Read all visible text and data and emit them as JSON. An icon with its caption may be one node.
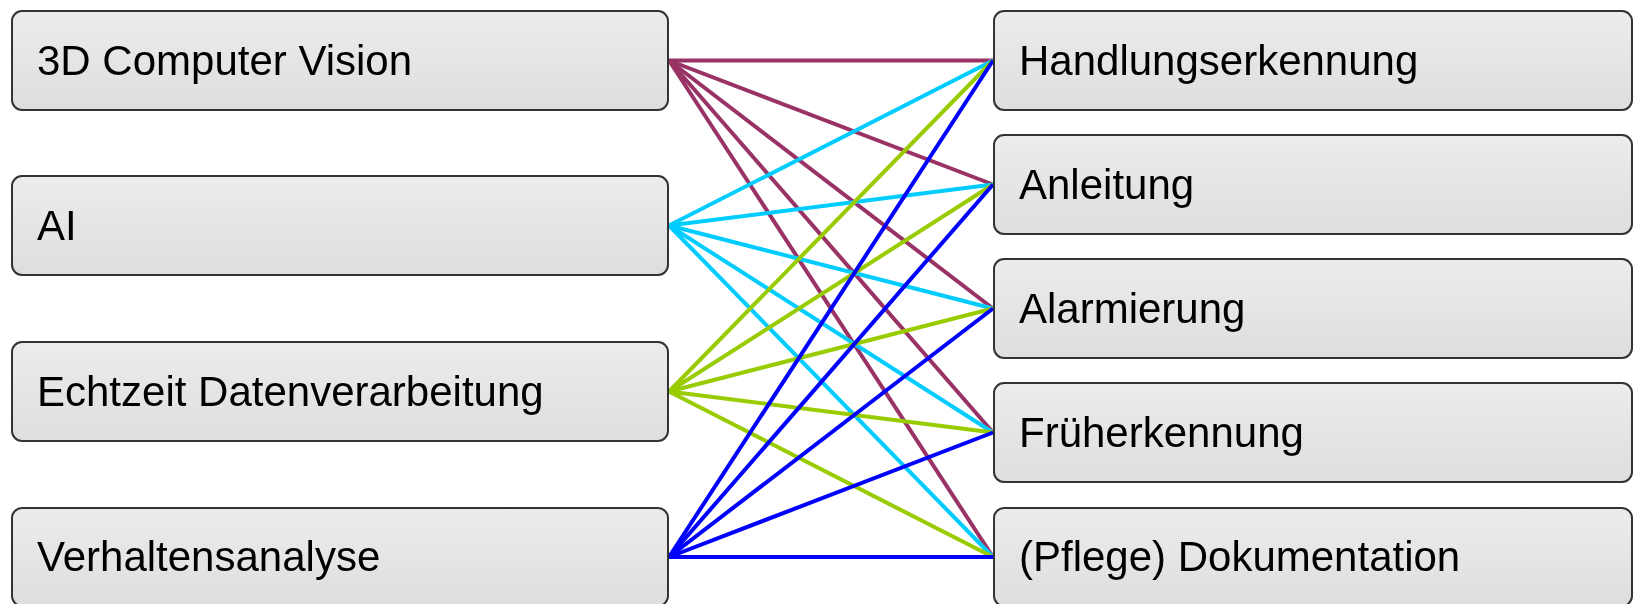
{
  "diagram": {
    "nodes": [
      {
        "text": [
          "3D Computer Vision"
        ]
      },
      {
        "text": [
          "AI"
        ]
      },
      {
        "text": [
          "Echtzeit Datenverarbeitung"
        ]
      },
      {
        "text": [
          "Verhaltensanalyse"
        ]
      },
      {
        "text": [
          "Handlungserkennung"
        ]
      },
      {
        "text": [
          "Anleitung"
        ]
      },
      {
        "text": [
          "Alarmierung"
        ]
      },
      {
        "text": [
          "Früherkennung"
        ]
      },
      {
        "text": [
          "(Pflege) Dokumentation"
        ]
      }
    ],
    "edges": [
      {
        "from": 0,
        "to": 4,
        "arrow": "none",
        "color": "#993366"
      },
      {
        "from": 0,
        "to": 5,
        "arrow": "none",
        "color": "#993366"
      },
      {
        "from": 0,
        "to": 6,
        "arrow": "none",
        "color": "#993366"
      },
      {
        "from": 0,
        "to": 7,
        "arrow": "none",
        "color": "#993366"
      },
      {
        "from": 0,
        "to": 8,
        "arrow": "none",
        "color": "#993366"
      },
      {
        "from": 1,
        "to": 4,
        "arrow": "none",
        "color": "#00ccff"
      },
      {
        "from": 1,
        "to": 5,
        "arrow": "none",
        "color": "#00ccff"
      },
      {
        "from": 1,
        "to": 6,
        "arrow": "none",
        "color": "#00ccff"
      },
      {
        "from": 1,
        "to": 7,
        "arrow": "none",
        "color": "#00ccff"
      },
      {
        "from": 1,
        "to": 8,
        "arrow": "none",
        "color": "#00ccff"
      },
      {
        "from": 2,
        "to": 4,
        "arrow": "none",
        "color": "#99cc00"
      },
      {
        "from": 2,
        "to": 5,
        "arrow": "none",
        "color": "#99cc00"
      },
      {
        "from": 2,
        "to": 6,
        "arrow": "none",
        "color": "#99cc00"
      },
      {
        "from": 2,
        "to": 7,
        "arrow": "none",
        "color": "#99cc00"
      },
      {
        "from": 2,
        "to": 8,
        "arrow": "none",
        "color": "#99cc00"
      },
      {
        "from": 3,
        "to": 4,
        "arrow": "none",
        "color": "#0000ff"
      },
      {
        "from": 3,
        "to": 5,
        "arrow": "none",
        "color": "#0000ff"
      },
      {
        "from": 3,
        "to": 6,
        "arrow": "none",
        "color": "#0000ff"
      },
      {
        "from": 3,
        "to": 7,
        "arrow": "none",
        "color": "#0000ff"
      },
      {
        "from": 3,
        "to": 8,
        "arrow": "none",
        "color": "#0000ff"
      }
    ]
  }
}
